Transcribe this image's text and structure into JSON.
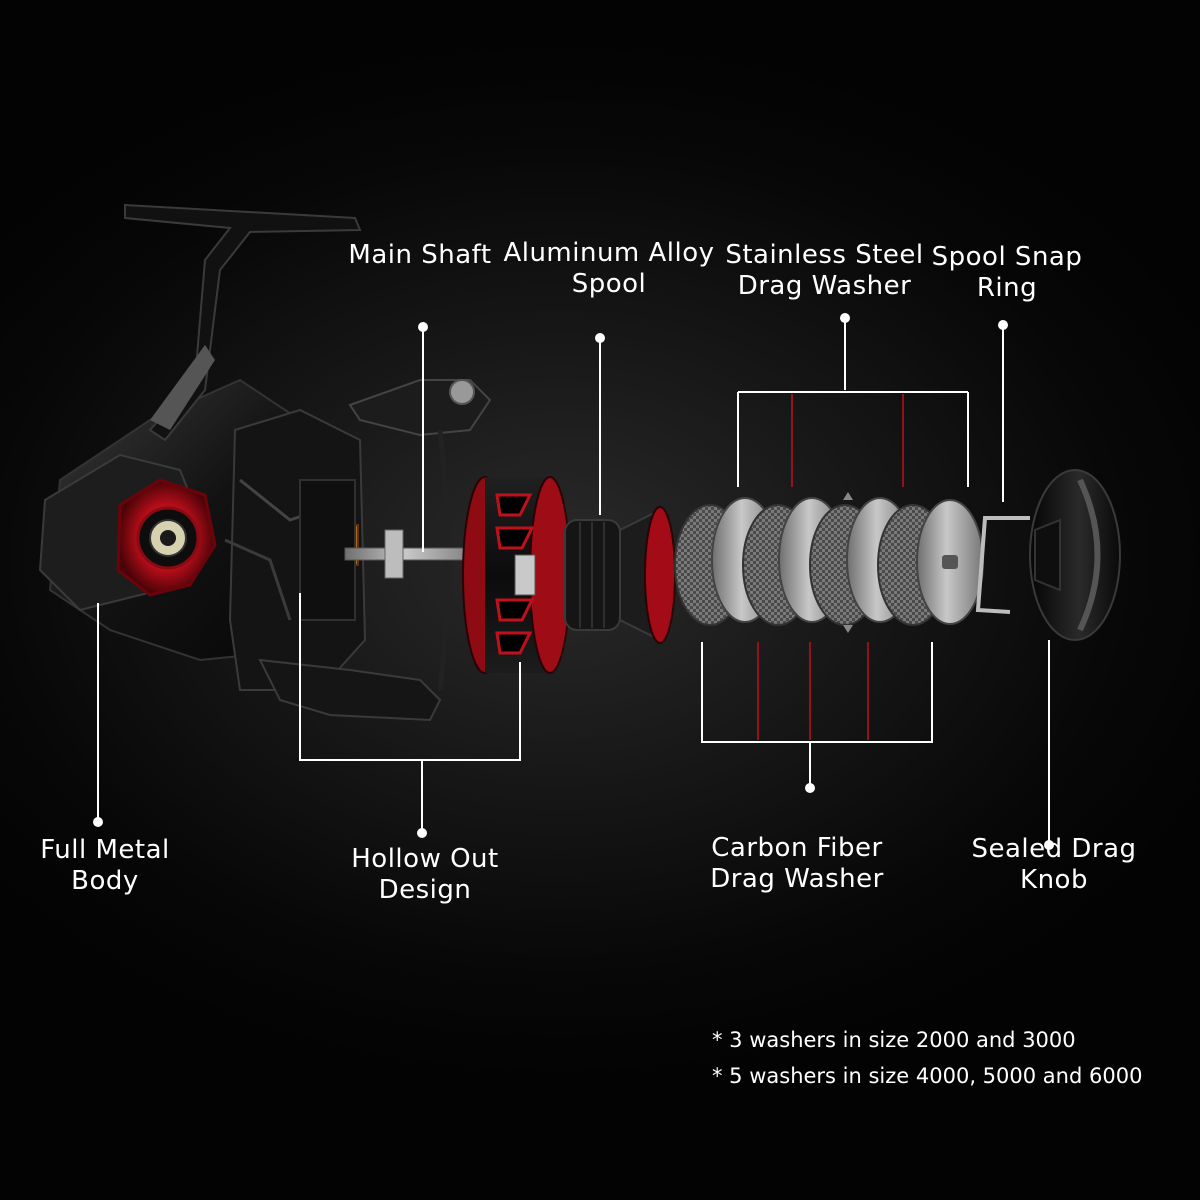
{
  "labels": {
    "main_shaft": [
      "Main Shaft"
    ],
    "aluminum_alloy_spool": [
      "Aluminum Alloy",
      "Spool"
    ],
    "stainless_steel_drag_washer": [
      "Stainless Steel",
      "Drag Washer"
    ],
    "spool_snap_ring": [
      "Spool Snap",
      "Ring"
    ],
    "full_metal_body": [
      "Full Metal",
      "Body"
    ],
    "hollow_out_design": [
      "Hollow Out",
      "Design"
    ],
    "carbon_fiber_drag_washer": [
      "Carbon Fiber",
      "Drag Washer"
    ],
    "sealed_drag_knob": [
      "Sealed Drag",
      "Knob"
    ]
  },
  "notes": [
    "* 3 washers in size 2000 and 3000",
    "* 5 washers in size 4000, 5000 and 6000"
  ],
  "colors": {
    "background": "#050505",
    "accent_red": "#c0101c",
    "line_white": "#ffffff",
    "metal_dark": "#1a1a1a",
    "steel": "#9a9a9a"
  }
}
